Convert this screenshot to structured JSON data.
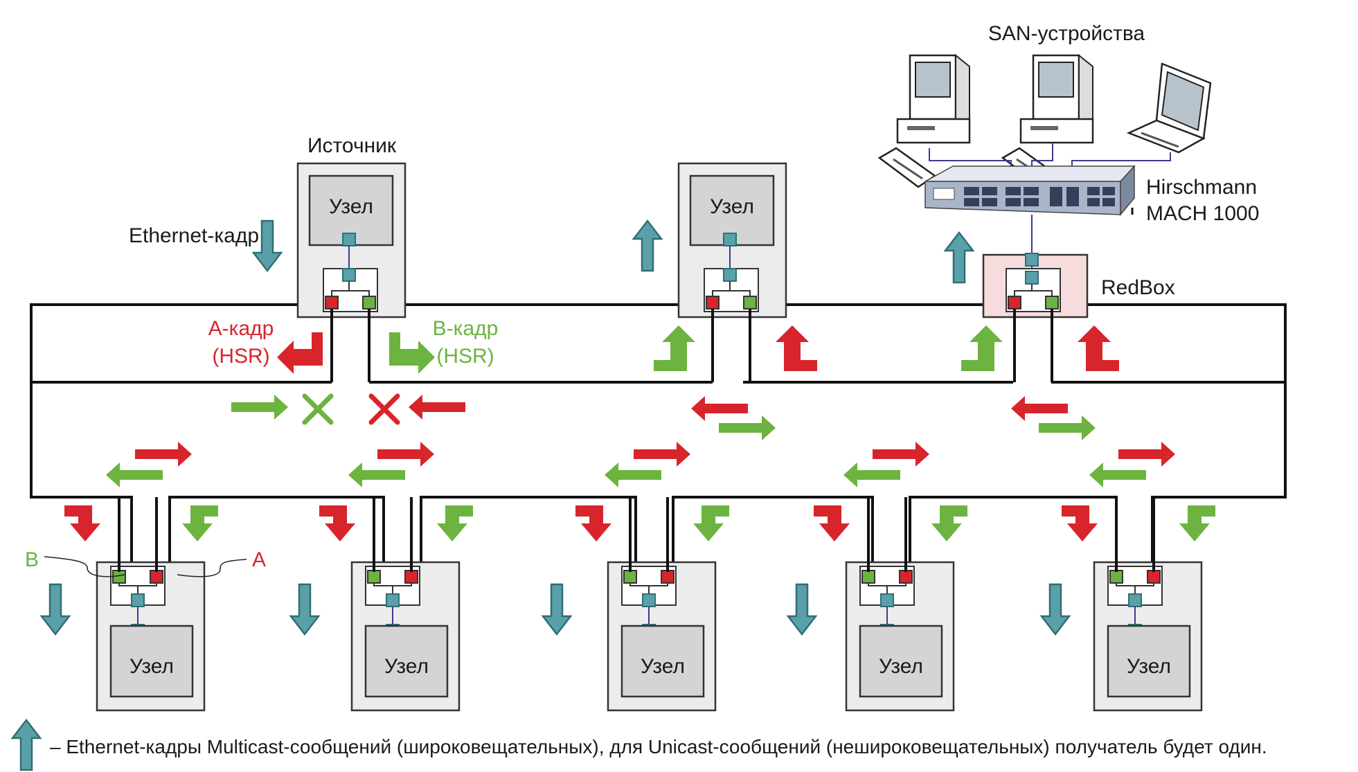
{
  "colors": {
    "red": "#d8242b",
    "green": "#6cb33f",
    "teal": "#4a8a8a",
    "teal_fill": "#5aa0a8",
    "outer_fill": "#ececec",
    "inner_fill": "#d4d4d4",
    "redbox_fill": "#f6dcdc"
  },
  "labels": {
    "source": "Источник",
    "node": "Узел",
    "ethernet_frame": "Ethernet-кадр",
    "a_frame_1": "A-кадр",
    "a_frame_2": "(HSR)",
    "b_frame_1": "B-кадр",
    "b_frame_2": "(HSR)",
    "san_devices": "SAN-устройства",
    "switch_1": "Hirschmann",
    "switch_2": "MACH 1000",
    "redbox": "RedBox",
    "port_b": "B",
    "port_a": "A"
  },
  "legend": {
    "icon": "teal-up-arrow-icon",
    "text": "– Ethernet-кадры Multicast-сообщений (широковещательных), для Unicast-сообщений (нешироковещательных) получатель будет один."
  }
}
